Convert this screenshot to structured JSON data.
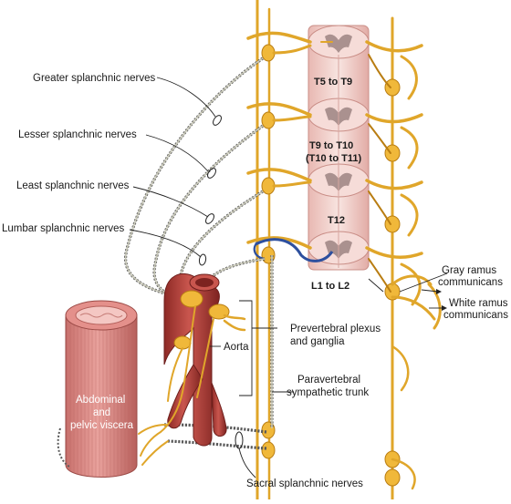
{
  "labels": {
    "greater_splanchnic": "Greater splanchnic nerves",
    "lesser_splanchnic": "Lesser splanchnic nerves",
    "least_splanchnic": "Least splanchnic nerves",
    "lumbar_splanchnic": "Lumbar splanchnic nerves",
    "sacral_splanchnic": "Sacral splanchnic nerves",
    "seg_t5_t9": "T5 to T9",
    "seg_t9_t10": "T9 to T10",
    "seg_t10_t11": "(T10 to T11)",
    "seg_t12": "T12",
    "seg_l1_l2": "L1 to L2",
    "gray_ramus_1": "Gray ramus",
    "gray_ramus_2": "communicans",
    "white_ramus_1": "White ramus",
    "white_ramus_2": "communicans",
    "prevertebral_1": "Prevertebral plexus",
    "prevertebral_2": "and ganglia",
    "aorta": "Aorta",
    "paravertebral_1": "Paravertebral",
    "paravertebral_2": "sympathetic trunk",
    "viscera_1": "Abdominal",
    "viscera_2": "and",
    "viscera_3": "pelvic viscera"
  },
  "colors": {
    "nerve": "#e0a62a",
    "spinal_cord": "#f3d6d2",
    "vessel": "#b3403a",
    "viscera": "#d98a86"
  }
}
